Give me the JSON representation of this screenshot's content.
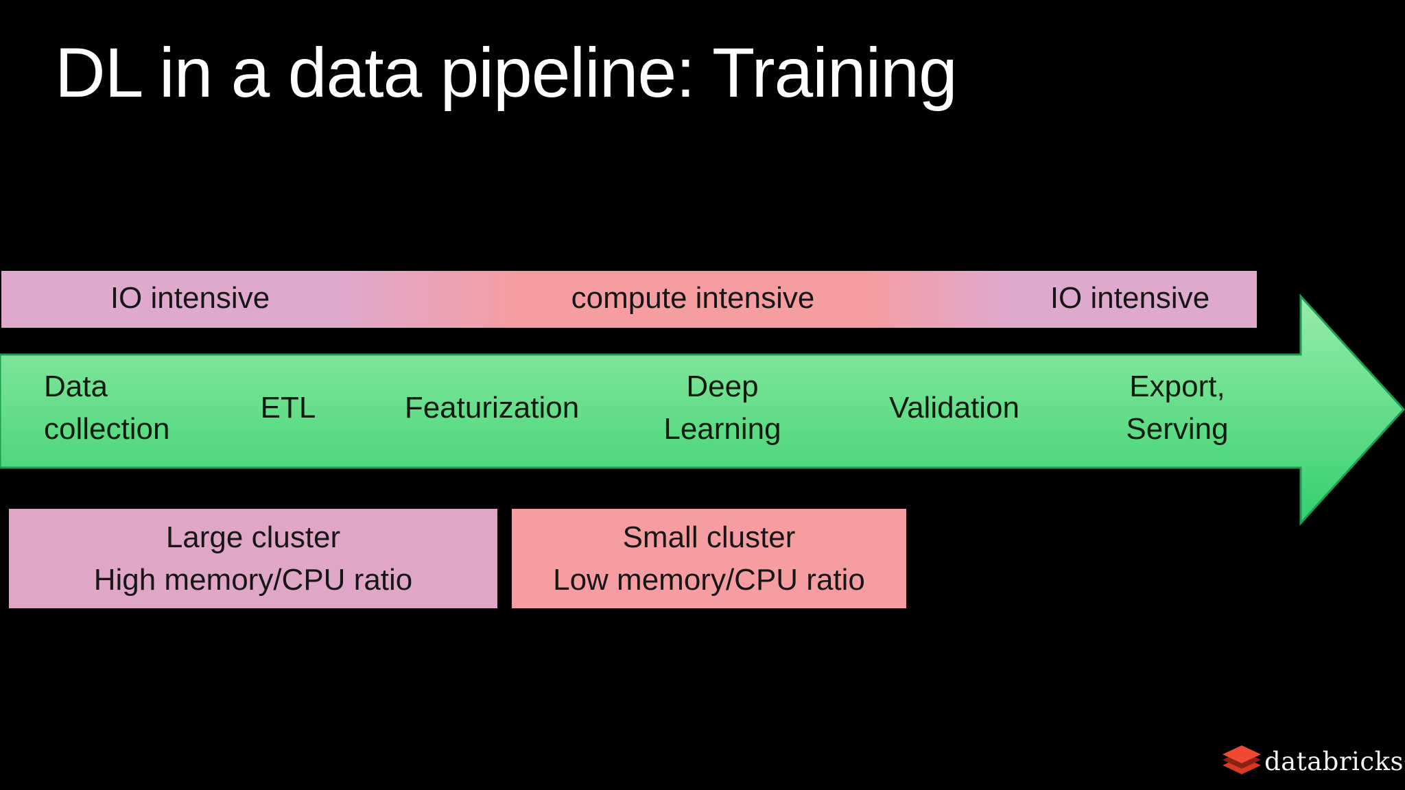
{
  "title": "DL in a data pipeline: Training",
  "intensity_bar": {
    "io_left": "IO intensive",
    "compute": "compute intensive",
    "io_right": "IO intensive"
  },
  "pipeline": {
    "stages": [
      {
        "line1": "Data",
        "line2": "collection"
      },
      {
        "line1": "ETL",
        "line2": ""
      },
      {
        "line1": "Featurization",
        "line2": ""
      },
      {
        "line1": "Deep",
        "line2": "Learning"
      },
      {
        "line1": "Validation",
        "line2": ""
      },
      {
        "line1": "Export,",
        "line2": "Serving"
      }
    ]
  },
  "cluster_boxes": [
    {
      "line1": "Large cluster",
      "line2": "High memory/CPU ratio"
    },
    {
      "line1": "Small cluster",
      "line2": "Low memory/CPU ratio"
    }
  ],
  "footer": {
    "brand": "databricks",
    "mark": "·"
  },
  "colors": {
    "background": "#000000",
    "title_text": "#ffffff",
    "io_pink": "#dfa9ce",
    "compute_salmon": "#f69da2",
    "arrow_green_top": "#97edaa",
    "arrow_green_bottom": "#35cf6c",
    "arrow_border": "#1a9e52",
    "large_cluster_box": "#e0a6c8",
    "small_cluster_box": "#f69da2",
    "label_text": "#161616",
    "brand_red": "#ee4630"
  }
}
